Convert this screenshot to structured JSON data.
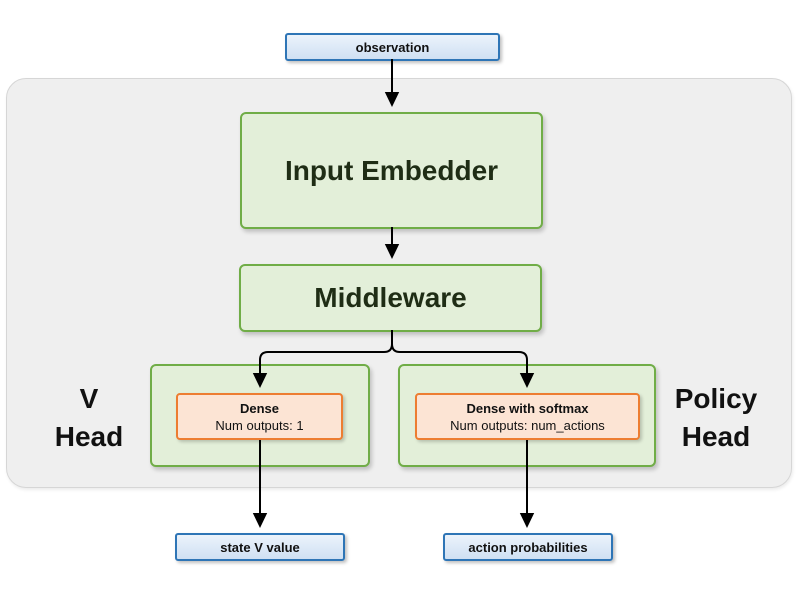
{
  "diagram": {
    "nodes": {
      "observation": {
        "label": "observation"
      },
      "input_embedder": {
        "label": "Input Embedder"
      },
      "middleware": {
        "label": "Middleware"
      },
      "v_head": {
        "label_line1": "V",
        "label_line2": "Head",
        "dense": {
          "title": "Dense",
          "subtitle": "Num outputs: 1"
        }
      },
      "policy_head": {
        "label_line1": "Policy",
        "label_line2": "Head",
        "dense": {
          "title": "Dense with softmax",
          "subtitle": "Num outputs: num_actions"
        }
      },
      "state_v_value": {
        "label": "state V value"
      },
      "action_probabilities": {
        "label": "action probabilities"
      }
    },
    "colors": {
      "io_fill": "#d9e7f6",
      "io_border": "#2e75b6",
      "block_fill": "#e3efd9",
      "block_border": "#70ad47",
      "dense_fill": "#fce4d4",
      "dense_border": "#ed7d31",
      "container_fill": "#efefef",
      "container_border": "#d6d6d6",
      "arrow": "#000000"
    }
  }
}
